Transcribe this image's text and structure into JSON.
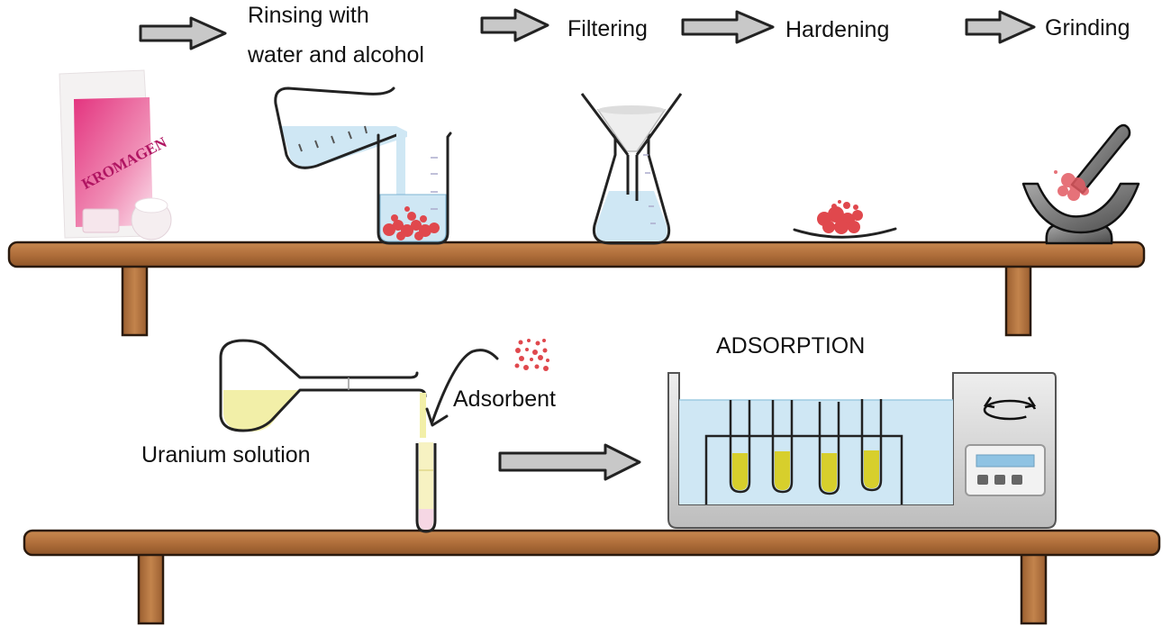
{
  "diagram": {
    "title": "Adsorbent preparation and uranium adsorption process",
    "steps": [
      {
        "id": "rinsing",
        "label_line1": "Rinsing with",
        "label_line2": "water and alcohol"
      },
      {
        "id": "filtering",
        "label": "Filtering"
      },
      {
        "id": "hardening",
        "label": "Hardening"
      },
      {
        "id": "grinding",
        "label": "Grinding"
      }
    ],
    "product": {
      "brand_text": "KROMAGEN"
    },
    "lower": {
      "uranium_label": "Uranium solution",
      "adsorbent_label": "Adsorbent",
      "adsorption_label": "ADSORPTION",
      "test_tube_count": 4
    },
    "colors": {
      "wood": "#b06f3b",
      "wood_dark": "#3a2414",
      "arrow_fill": "#c8c8c8",
      "water": "#cfe7f4",
      "particles": "#e0484d",
      "uranium": "#f2efa8",
      "tube_fill": "#d7cf2c",
      "package_pink": "#e1337f",
      "device_gray": "#d6d6d6",
      "display_blue": "#8fc3e3"
    }
  }
}
